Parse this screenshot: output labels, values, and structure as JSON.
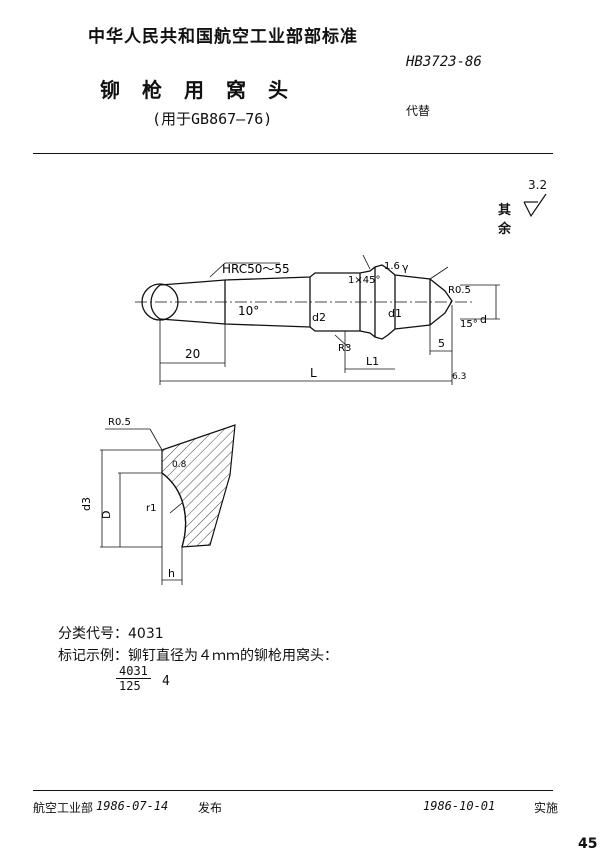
{
  "header": {
    "organization": "中华人民共和国航空工业部部标准",
    "title": "铆枪用窝头",
    "subtitle": "(用于GB867—76)",
    "standard_code": "HB3723-86",
    "replaces": "代替"
  },
  "roughness": {
    "label": "其余",
    "value": "3.2"
  },
  "drawing": {
    "hrc": "HRC50～55",
    "angle": "10°",
    "len20": "20",
    "d2": "d2",
    "L": "L",
    "L1": "L1",
    "chamfer": "1×45°",
    "d1": "d1",
    "d": "d",
    "r3": "R3",
    "r05": "R0.5",
    "gamma": "γ",
    "one6": "1.6",
    "fifteen": "15°",
    "five": "5",
    "rough63": "6.3"
  },
  "detail": {
    "r05": "R0.5",
    "d3": "d3",
    "D": "D",
    "r1": "r1",
    "h": "h",
    "r08": "0.8"
  },
  "info": {
    "classification": "分类代号：4031",
    "example_label": "标记示例：铆钉直径为４ｍｍ的铆枪用窝头：",
    "example_num": "4031",
    "example_den": "125",
    "example_size": "4"
  },
  "footer": {
    "issuer": "航空工业部",
    "issue_date": "1986-07-14",
    "issued": "发布",
    "impl_date": "1986-10-01",
    "implement": "实施",
    "page": "45"
  }
}
